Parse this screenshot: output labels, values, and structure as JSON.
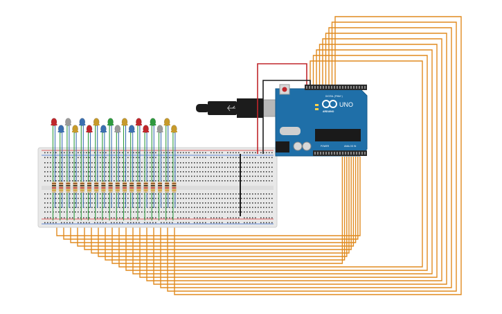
{
  "canvas": {
    "background": "#ffffff"
  },
  "arduino": {
    "brand": "ARDUINO",
    "model": "UNO",
    "digital_label": "DIGITAL (PWM~)",
    "power_label": "POWER",
    "analog_label": "ANALOG IN",
    "board_color": "#1f6fa8",
    "header_color": "#2a2a2a",
    "chip_color": "#1a1a1a"
  },
  "usb_cable": {
    "plug_color": "#1c1c1c",
    "connector_color": "#b8b8b8",
    "icon": "usb-icon"
  },
  "breadboard": {
    "color": "#e8e8e8",
    "hole_color": "#3a3a3a",
    "rail_red": "#d33",
    "rail_blue": "#3366cc"
  },
  "leds": {
    "colors": [
      "#c0262b",
      "#3b6fb0",
      "#9a9a9a",
      "#c79a2a",
      "#3b6fb0",
      "#c0262b",
      "#c79a2a",
      "#3b6fb0",
      "#2e9a3e",
      "#9a9a9a",
      "#c79a2a",
      "#3b6fb0",
      "#c0262b",
      "#c0262b",
      "#2e9a3e",
      "#9a9a9a",
      "#c79a2a",
      "#c79a2a"
    ]
  },
  "wires": {
    "signal_color": "#e08a1e",
    "led_leg_colors": [
      "#2e9a3e",
      "#3b6fb0"
    ],
    "power_red": "#c0262b",
    "ground_black": "#1c1c1c"
  },
  "resistor": {
    "body_color": "#d9b98a",
    "band_colors": [
      "#8b4513",
      "#111111",
      "#c0262b",
      "#c9a227"
    ]
  }
}
